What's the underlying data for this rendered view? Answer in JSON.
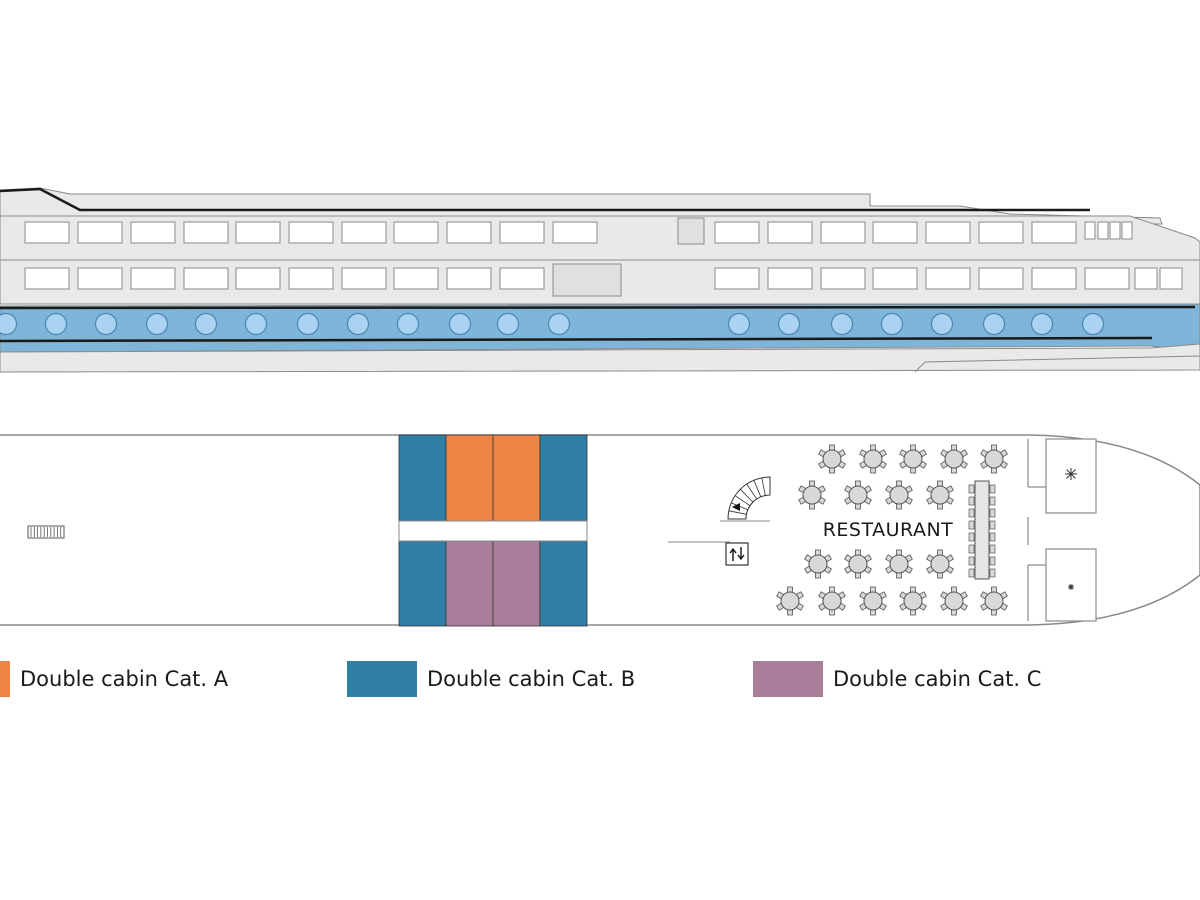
{
  "colors": {
    "cat_a": "#ee8547",
    "cat_b": "#2e7ea6",
    "cat_c": "#a97e9a",
    "hull_band": "#7fb5d9",
    "porthole": "#a9d3f0",
    "superstructure": "#e9e9e9",
    "outline": "#8a8a8a"
  },
  "deck_plan": {
    "restaurant_label": "RESTAURANT",
    "cabins": [
      {
        "category": "B",
        "side": "starboard"
      },
      {
        "category": "A",
        "side": "starboard"
      },
      {
        "category": "A",
        "side": "starboard"
      },
      {
        "category": "B",
        "side": "starboard"
      },
      {
        "category": "B",
        "side": "port"
      },
      {
        "category": "C",
        "side": "port"
      },
      {
        "category": "C",
        "side": "port"
      },
      {
        "category": "B",
        "side": "port"
      }
    ],
    "icons": [
      "stairs-icon",
      "elevator-icon",
      "snowflake-icon"
    ]
  },
  "legend": [
    {
      "key": "cat_a",
      "label": "Double cabin Cat. A"
    },
    {
      "key": "cat_b",
      "label": "Double cabin Cat. B"
    },
    {
      "key": "cat_c",
      "label": "Double cabin Cat. C"
    }
  ]
}
